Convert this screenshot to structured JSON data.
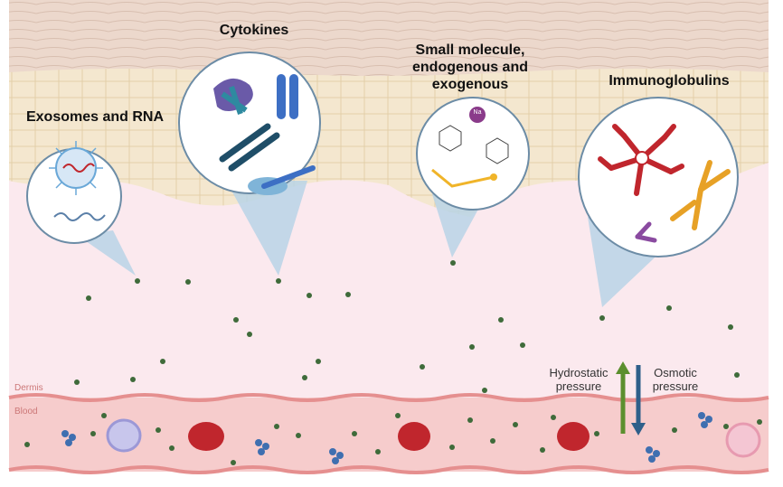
{
  "labels": {
    "exosomes": "Exosomes and RNA",
    "cytokines": "Cytokines",
    "small_molecule": "Small molecule, endogenous and exogenous",
    "immunoglobulins": "Immunoglobulins",
    "hydrostatic": "Hydrostatic pressure",
    "osmotic": "Osmotic pressure",
    "dermis": "Dermis",
    "blood": "Blood",
    "na": "Na"
  },
  "colors": {
    "epidermis": "#f3e6cf",
    "dermis": "#fbe9ee",
    "blood": "#f6c9c9",
    "vessel_wall": "#e58f8f",
    "particle": "#3f6b3a",
    "callout": "#b9d3e6",
    "hydrostatic_arrow": "#5b8f2e",
    "osmotic_arrow": "#2e5f8a"
  }
}
